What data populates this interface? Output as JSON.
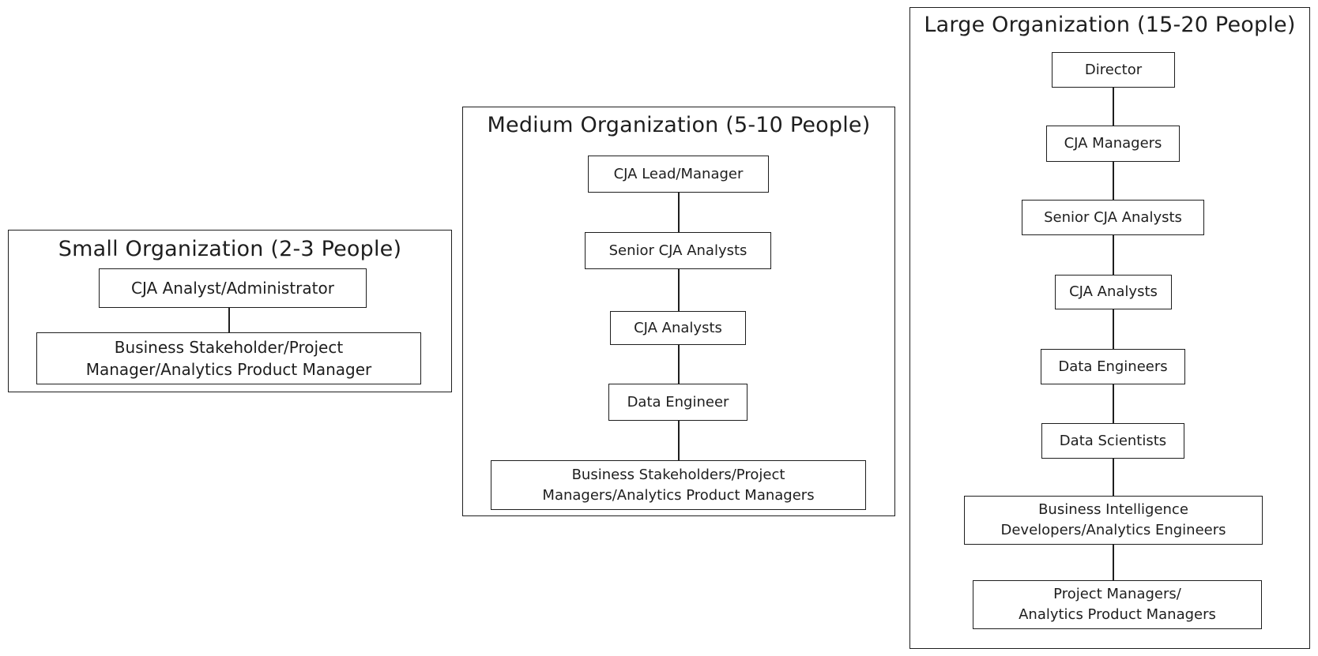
{
  "small": {
    "title": "Small Organization (2-3 People)",
    "nodes": [
      "CJA Analyst/Administrator",
      "Business Stakeholder/Project\nManager/Analytics Product Manager"
    ]
  },
  "medium": {
    "title": "Medium Organization (5-10 People)",
    "nodes": [
      "CJA Lead/Manager",
      "Senior CJA Analysts",
      "CJA Analysts",
      "Data Engineer",
      "Business Stakeholders/Project\nManagers/Analytics Product Managers"
    ]
  },
  "large": {
    "title": "Large Organization (15-20 People)",
    "nodes": [
      "Director",
      "CJA Managers",
      "Senior CJA Analysts",
      "CJA Analysts",
      "Data Engineers",
      "Data Scientists",
      "Business Intelligence\nDevelopers/Analytics Engineers",
      "Project Managers/\nAnalytics Product Managers"
    ]
  }
}
